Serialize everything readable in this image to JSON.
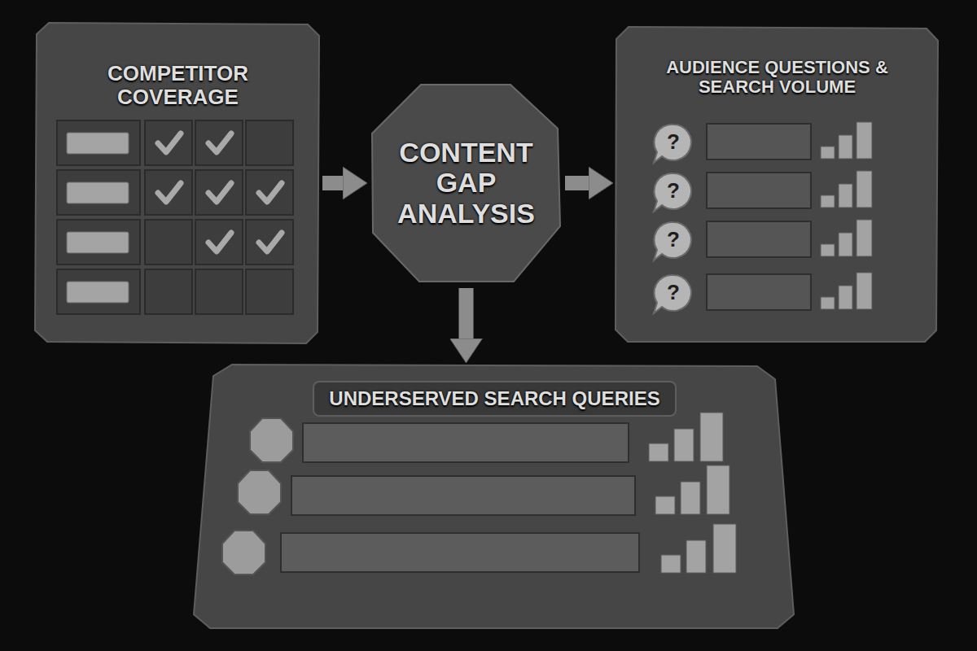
{
  "diagram": {
    "nodes": [
      {
        "text": [
          "COMPETITOR COVERAGE"
        ]
      },
      {
        "text": [
          "CONTENT GAP ANALYSIS"
        ]
      },
      {
        "text": [
          "AUDIENCE QUESTIONS & SEARCH VOLUME"
        ]
      },
      {
        "text": [
          "UNDERSERVED SEARCH QUERIES"
        ]
      }
    ],
    "edges": [
      {
        "from": 0,
        "to": 1,
        "arrow": "to"
      },
      {
        "from": 1,
        "to": 2,
        "arrow": "to"
      },
      {
        "from": 1,
        "to": 3,
        "arrow": "to"
      }
    ],
    "labels": [
      "?",
      "?",
      "?",
      "?"
    ]
  }
}
